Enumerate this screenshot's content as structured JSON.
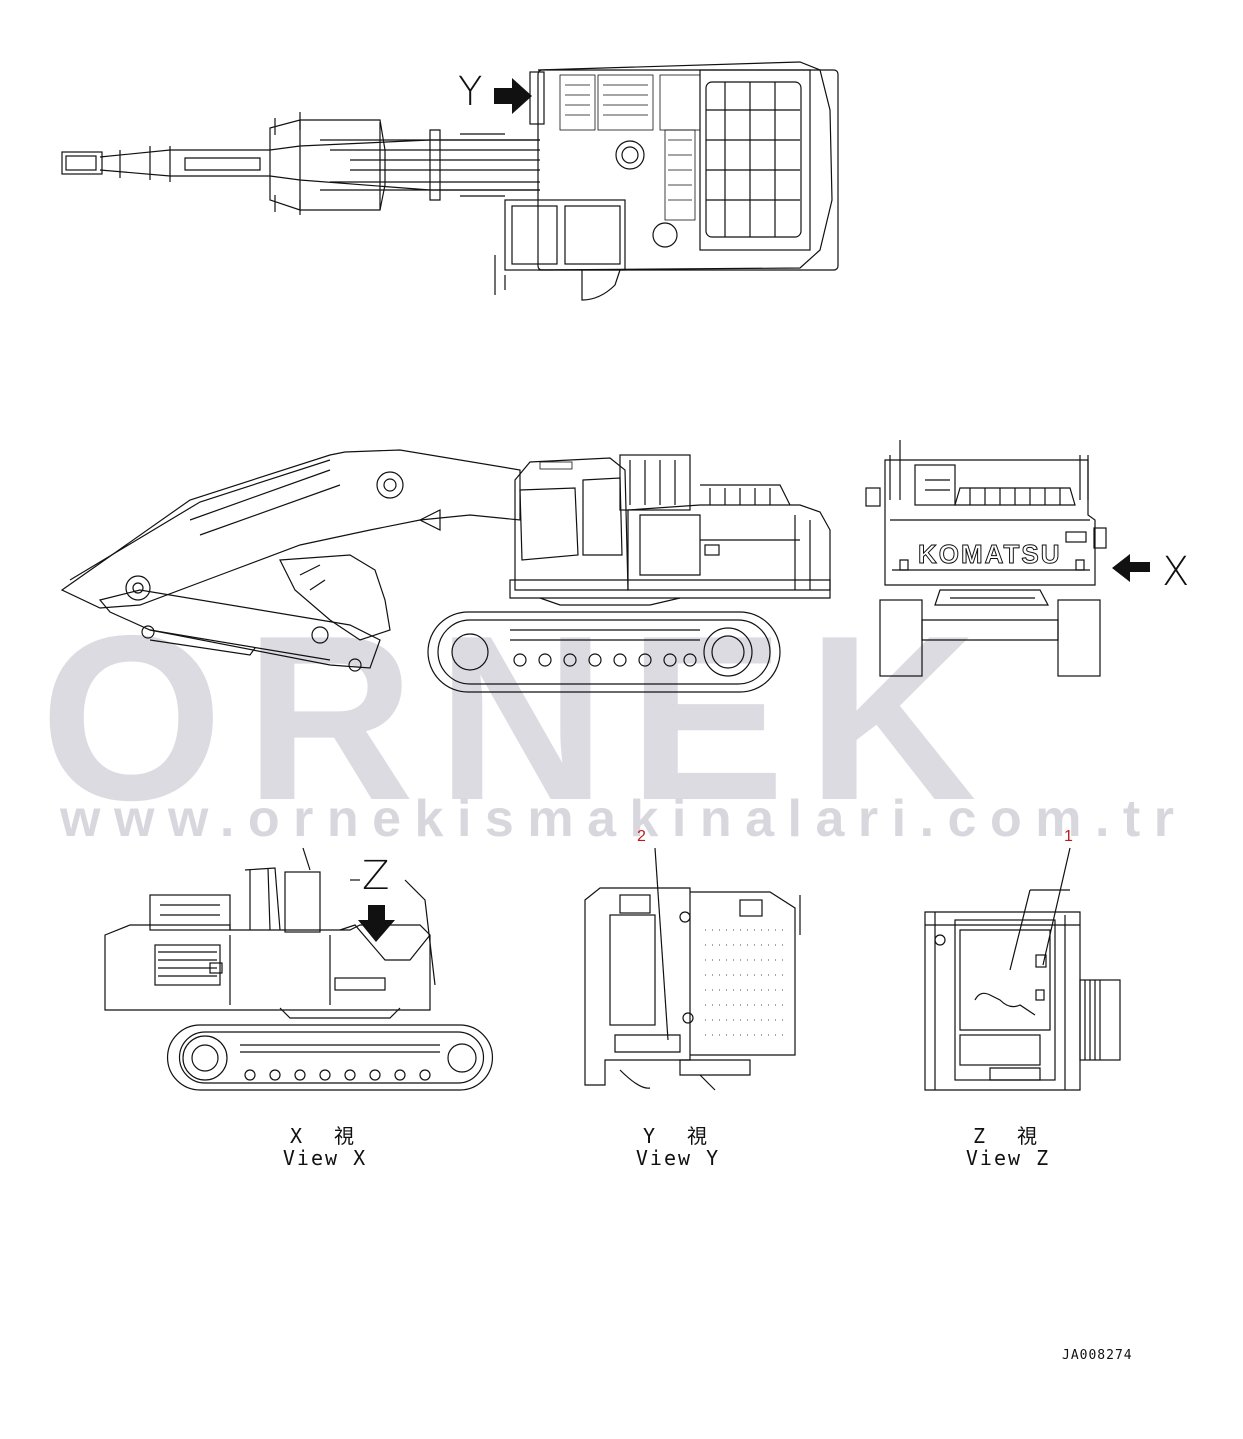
{
  "watermark": {
    "brand": "ORNEK",
    "url": "www.ornekismakinalari.com.tr"
  },
  "markers": {
    "y": "Y",
    "x": "X",
    "z": "Z"
  },
  "callouts": {
    "item1": "1",
    "item2": "2"
  },
  "views": {
    "x_jp": "X　視",
    "x_en": "View X",
    "y_jp": "Y　視",
    "y_en": "View Y",
    "z_jp": "Z　視",
    "z_en": "View Z"
  },
  "brand_on_machine": "KOMATSU",
  "drawing_number": "JA008274",
  "colors": {
    "line": "#111111",
    "watermark": "#dcdbe2",
    "callout": "#c0191c"
  }
}
